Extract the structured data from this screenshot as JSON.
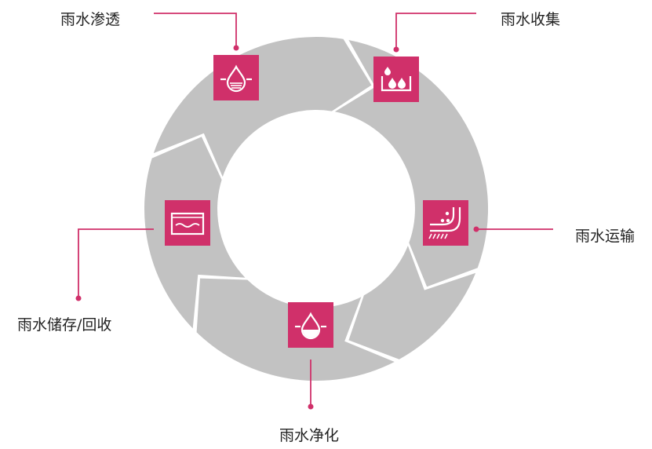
{
  "colors": {
    "ring": "#c2c2c2",
    "accent": "#d0306a",
    "icon_fg": "#ffffff",
    "text": "#222222",
    "background": "#ffffff"
  },
  "stages": [
    {
      "label": "雨水渗透",
      "icon": "water-drop-infiltration-icon"
    },
    {
      "label": "雨水收集",
      "icon": "rain-collection-tank-icon"
    },
    {
      "label": "雨水运输",
      "icon": "pipe-transport-icon"
    },
    {
      "label": "雨水净化",
      "icon": "water-drop-purification-icon"
    },
    {
      "label": "雨水储存/回收",
      "icon": "storage-tank-icon"
    }
  ]
}
